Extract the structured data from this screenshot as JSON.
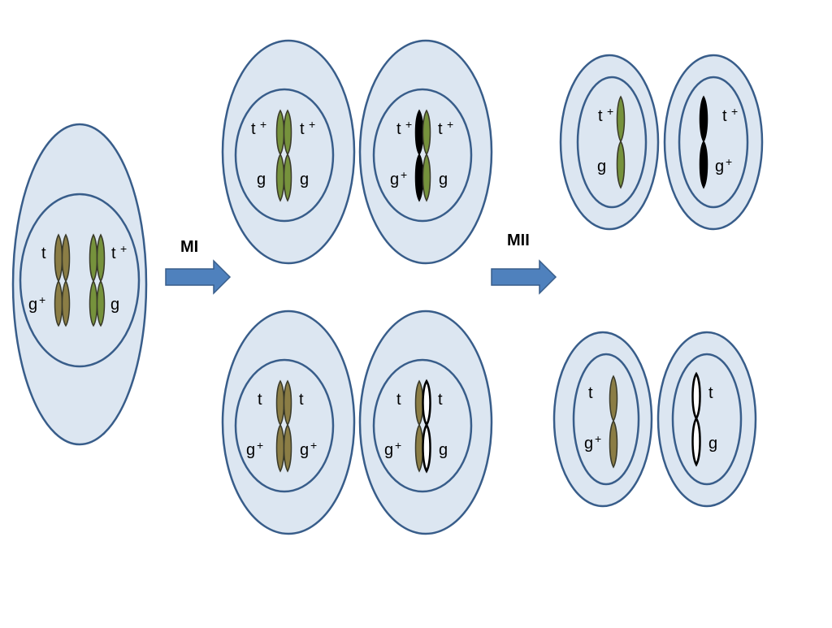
{
  "colors": {
    "cell_fill": "#dce6f1",
    "cell_stroke": "#385d8a",
    "chromatid_green": "#76923c",
    "chromatid_olive": "#8b7d45",
    "chromatid_black": "#000000",
    "chromatid_white": "#ffffff",
    "arrow": "#4f81bd"
  },
  "steps": {
    "mi": "MI",
    "mii": "MII"
  },
  "genes": {
    "parent": {
      "t_left": "t",
      "tplus_right": "t",
      "gplus_left": "g",
      "g_right": "g",
      "plus": "+"
    },
    "mi_top_1": {
      "tplus_left": "t",
      "tplus_right": "t",
      "g_left": "g",
      "g_right": "g",
      "plus": "+"
    },
    "mi_top_2": {
      "tplus_left": "t",
      "tplus_right": "t",
      "gplus_left": "g",
      "g_right": "g",
      "plus": "+"
    },
    "mi_bottom_1": {
      "t_left": "t",
      "t_right": "t",
      "gplus_left": "g",
      "gplus_right": "g",
      "plus": "+"
    },
    "mi_bottom_2": {
      "t_left": "t",
      "t_right": "t",
      "gplus_left": "g",
      "g_right": "g",
      "plus": "+"
    },
    "mii_top_1": {
      "tplus": "t",
      "g": "g",
      "plus": "+"
    },
    "mii_top_2": {
      "tplus": "t",
      "gplus": "g",
      "plus": "+"
    },
    "mii_bottom_1": {
      "t": "t",
      "gplus": "g",
      "plus": "+"
    },
    "mii_bottom_2": {
      "t": "t",
      "g": "g"
    }
  }
}
